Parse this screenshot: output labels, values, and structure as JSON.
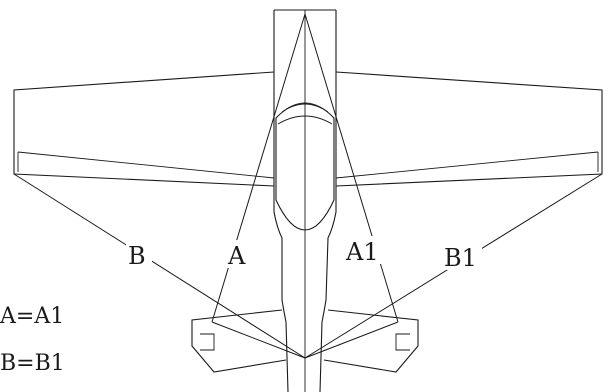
{
  "labels": {
    "a": "A",
    "a1": "A1",
    "b": "B",
    "b1": "B1",
    "eq_a": "A=A1",
    "eq_b": "B=B1"
  }
}
